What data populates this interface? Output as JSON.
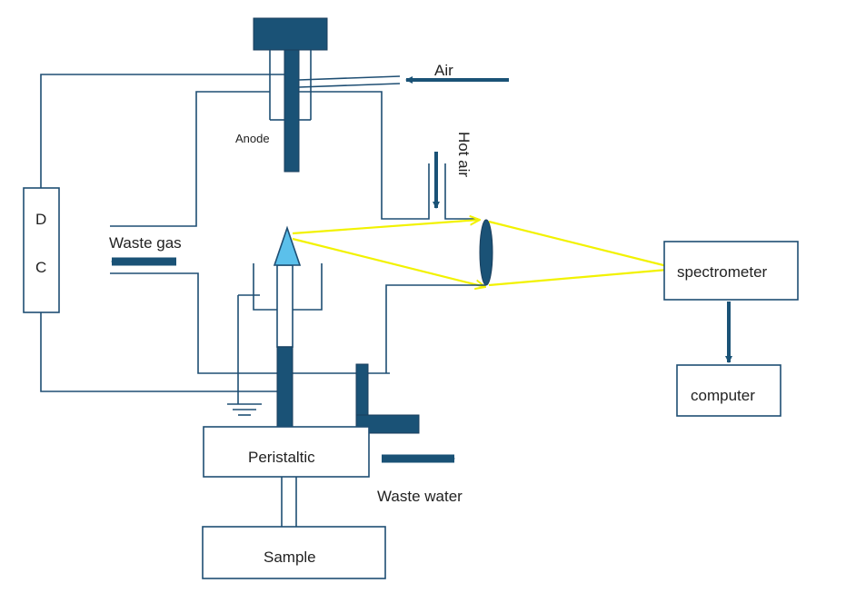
{
  "labels": {
    "anode": "Anode",
    "air": "Air",
    "hot_air": "Hot air",
    "waste_gas": "Waste gas",
    "dc_top": "D",
    "dc_bottom": "C",
    "spectrometer": "spectrometer",
    "computer": "computer",
    "peristaltic": "Peristaltic",
    "waste_water": "Waste water",
    "sample": "Sample"
  },
  "colors": {
    "component_dark": "#1a5276",
    "line": "#1e4e73",
    "light_beam": "#f2f200",
    "flame_tip": "#5bc0eb",
    "text": "#222222"
  },
  "icons": {
    "flow_arrows": "arrow-icon",
    "ground": "ground-icon",
    "lens": "lens-icon"
  }
}
